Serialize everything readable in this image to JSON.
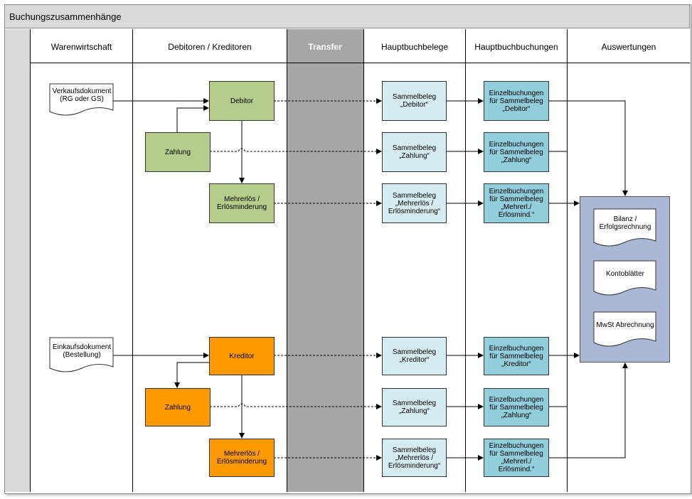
{
  "title": "Buchungszusammenhänge",
  "lanes": {
    "warenwirtschaft": "Warenwirtschaft",
    "debitoren_kreditoren": "Debitoren / Kreditoren",
    "transfer": "Transfer",
    "hauptbuchbelege": "Hauptbuchbelege",
    "hauptbuchbuchungen": "Hauptbuchbuchungen",
    "auswertungen": "Auswertungen"
  },
  "documents": {
    "verkauf": "Verkaufsdokument\n(RG oder GS)",
    "einkauf": "Einkaufsdokument\n(Bestellung)"
  },
  "debitor_group": {
    "debitor": "Debitor",
    "zahlung": "Zahlung",
    "mehrerloes": "Mehrerlös /\nErlösminderung",
    "beleg_debitor": "Sammelbeleg\n„Debitor“",
    "beleg_zahlung": "Sammelbeleg\n„Zahlung“",
    "beleg_mehrerloes": "Sammelbeleg\n„Mehrerlös /\nErlösminderung“",
    "buchung_debitor": "Einzelbuchungen\nfür Sammelbeleg\n„Debitor“",
    "buchung_zahlung": "Einzelbuchungen\nfür Sammelbeleg\n„Zahlung“",
    "buchung_mehrerloes": "Einzelbuchungen\nfür Sammelbeleg\n„Mehrerl./\nErlösmind.“"
  },
  "kreditor_group": {
    "kreditor": "Kreditor",
    "zahlung": "Zahlung",
    "mehrerloes": "Mehrerlös /\nErlösminderung",
    "beleg_kreditor": "Sammelbeleg\n„Kreditor“",
    "beleg_zahlung": "Sammelbeleg\n„Zahlung“",
    "beleg_mehrerloes": "Sammelbeleg\n„Mehrerlös /\nErlösminderung“",
    "buchung_kreditor": "Einzelbuchungen\nfür Sammelbeleg\n„Kreditor“",
    "buchung_zahlung": "Einzelbuchungen\nfür Sammelbeleg\n„Zahlung“",
    "buchung_mehrerloes": "Einzelbuchungen\nfür Sammelbeleg\n„Mehrerl./\nErlösmind.“"
  },
  "auswertungen": {
    "bilanz": "Bilanz /\nErfolgsrechnung",
    "kontoblaetter": "Kontoblätter",
    "mwst": "MwSt Abrechnung"
  },
  "colors": {
    "debitor_green": "#b6cc8a",
    "kreditor_orange": "#ff9900",
    "beleg_lightblue": "#d6ecf3",
    "buchung_blue": "#92cddc",
    "panel_blue": "#aab8d6",
    "transfer_gray": "#a6a6a6"
  }
}
